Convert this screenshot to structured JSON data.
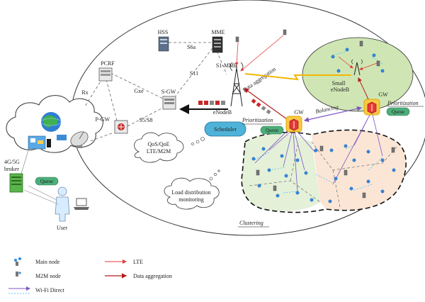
{
  "nodes": {
    "hss": "HSS",
    "mme": "MME",
    "pcrf": "PCRF",
    "sgw": "S-GW",
    "pgw": "P-GW",
    "enodeb": "eNodeB",
    "small_enodeb_line1": "Small",
    "small_enodeb_line2": "eNodeB",
    "scheduler": "Scheduler",
    "gw_left": "GW",
    "gw_right": "GW",
    "broker_line1": "4G/5G",
    "broker_line2": "broker",
    "user": "User"
  },
  "interfaces": {
    "s6a": "S6a",
    "s11": "S11",
    "s1_mme": "S1-MME",
    "rx": "Rx",
    "gxe": "Gxe",
    "s5_s8": "S5/S8"
  },
  "labels": {
    "data_aggregation": "Data aggregation",
    "prioritization_left": "Prioritization",
    "prioritization_right": "Prioritization",
    "balancing": "Balancing",
    "queue_broker": "Queue",
    "queue_left": "Queue",
    "queue_right": "Queue",
    "qos_line1": "QoS/QoE",
    "qos_line2": "LTE/M2M",
    "load_line1": "Load distribution",
    "load_line2": "monitoring",
    "clustering": "Clustering"
  },
  "legend": {
    "main_node": "Main node",
    "m2m_node": "M2M node",
    "wifi_direct": "Wi-Fi Direct",
    "lte": "LTE",
    "data_aggregation": "Data aggregation"
  },
  "colors": {
    "lte": "#e53935",
    "data_aggregation": "#b71c1c",
    "wifi_direct": "#7e57c2",
    "wifi_direct_dash": "#29b6f6",
    "small_cell": "#cfe6b4",
    "cluster_left": "#e4f0d8",
    "cluster_right": "#fbe6d6",
    "queue": "#4caf7a",
    "scheduler": "#4fb3d9",
    "gw": "#e53935"
  }
}
